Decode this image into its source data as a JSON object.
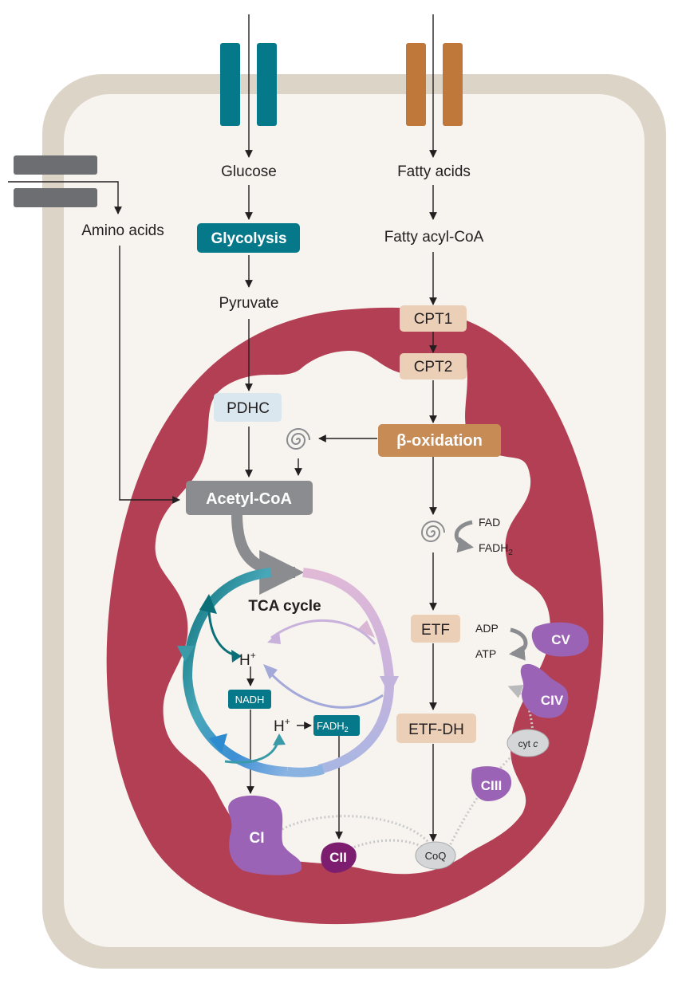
{
  "transporters": {
    "amino_acids": "",
    "glucose": "",
    "fatty_acids": ""
  },
  "labels": {
    "glucose": "Glucose",
    "glycolysis": "Glycolysis",
    "pyruvate": "Pyruvate",
    "pdhc": "PDHC",
    "amino_acids": "Amino acids",
    "acetyl_coa": "Acetyl-CoA",
    "fatty_acids": "Fatty acids",
    "fatty_acyl_coa": "Fatty acyl-CoA",
    "cpt1": "CPT1",
    "cpt2": "CPT2",
    "beta_oxidation": "β-oxidation",
    "fad": "FAD",
    "fadh2_top": "FADH",
    "fadh2_top_sub": "2",
    "etf": "ETF",
    "etf_dh": "ETF-DH",
    "tca_cycle": "TCA cycle",
    "h_plus_1": "H",
    "h_plus_1_sup": "+",
    "nadh": "NADH",
    "h_plus_2": "H",
    "h_plus_2_sup": "+",
    "fadh2_box": "FADH",
    "fadh2_box_sub": "2",
    "adp": "ADP",
    "atp": "ATP",
    "ci": "CI",
    "cii": "CII",
    "ciii": "CIII",
    "civ": "CIV",
    "cv": "CV",
    "coq": "CoQ",
    "cyt_c": "cyt",
    "cyt_c_italic": "c"
  },
  "colors": {
    "cell_border": "#ddd4c8",
    "cell_fill": "#f7f3ee",
    "mito_red": "#b23f53",
    "matrix": "#f7f3ee",
    "teal": "#05798a",
    "orange": "#c0773a",
    "gray_transporter": "#6d6e71",
    "gray_box": "#8a8c8f",
    "peach": "#ebcfb7",
    "light_blue": "#dae7ef",
    "beta_box": "#c78b55",
    "purple": "#9b63b5",
    "dark_purple": "#7c1d6f",
    "complex_gray": "#d5d6d8"
  }
}
